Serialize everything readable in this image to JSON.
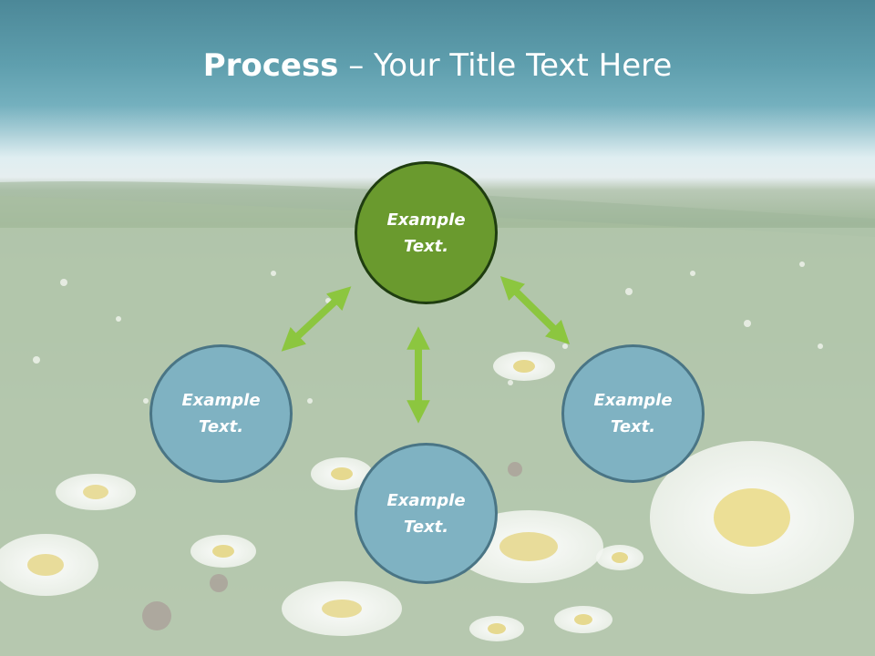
{
  "title": {
    "bold": "Process",
    "rest": " – Your Title Text Here"
  },
  "nodes": {
    "top": {
      "line1": "Example",
      "line2": "Text."
    },
    "left": {
      "line1": "Example",
      "line2": "Text."
    },
    "right": {
      "line1": "Example",
      "line2": "Text."
    },
    "bottom": {
      "line1": "Example",
      "line2": "Text."
    }
  },
  "colors": {
    "accent_green": "#6a9a2e",
    "node_blue": "#7fb2c2",
    "arrow_green": "#8cc63f",
    "title_band": "#4c8898"
  },
  "background": "meadow-with-daisies"
}
